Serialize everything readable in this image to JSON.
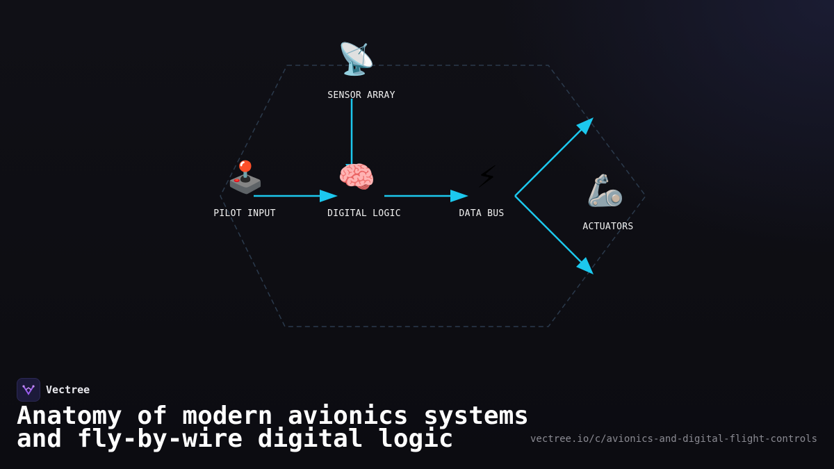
{
  "diagram": {
    "nodes": [
      {
        "id": "sensor",
        "label": "SENSOR ARRAY",
        "icon": "satellite-antenna-icon",
        "glyph": "📡"
      },
      {
        "id": "pilot",
        "label": "PILOT INPUT",
        "icon": "joystick-icon",
        "glyph": "🕹️"
      },
      {
        "id": "logic",
        "label": "DIGITAL LOGIC",
        "icon": "brain-icon",
        "glyph": "🧠"
      },
      {
        "id": "bus",
        "label": "DATA BUS",
        "icon": "lightning-icon",
        "glyph": "⚡"
      },
      {
        "id": "actuators",
        "label": "ACTUATORS",
        "icon": "mechanical-arm-icon",
        "glyph": "🦾"
      }
    ],
    "edges": [
      {
        "from": "sensor",
        "to": "logic"
      },
      {
        "from": "pilot",
        "to": "logic"
      },
      {
        "from": "logic",
        "to": "bus"
      },
      {
        "from": "bus",
        "to": "actuators"
      },
      {
        "from": "bus",
        "to": "actuators"
      }
    ],
    "colors": {
      "arrow": "#1cc8ee",
      "hexagon": "#2b3a4c"
    }
  },
  "brand": {
    "name": "Vectree",
    "logo_color": "#9b5cf0"
  },
  "title": {
    "line1": "Anatomy of modern avionics systems",
    "line2": "and fly-by-wire digital logic"
  },
  "url": "vectree.io/c/avionics-and-digital-flight-controls"
}
